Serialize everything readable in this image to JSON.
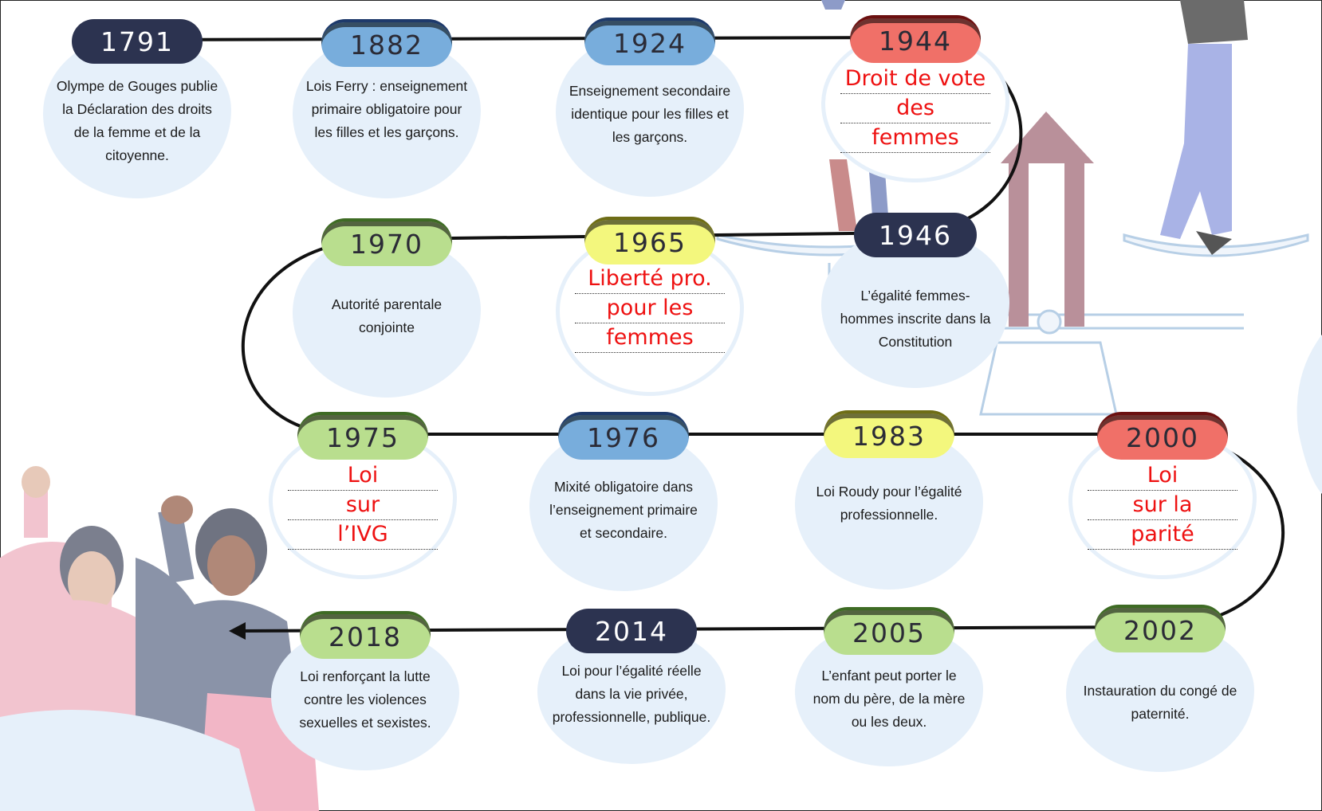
{
  "timeline": [
    {
      "year": "1791",
      "text": "Olympe de Gouges publie la Déclaration des droits de la femme et de la citoyenne."
    },
    {
      "year": "1882",
      "text": "Lois Ferry : enseignement primaire obligatoire pour les filles et les garçons."
    },
    {
      "year": "1924",
      "text": "Enseignement secondaire identique pour les filles et les garçons."
    },
    {
      "year": "1944",
      "answer": [
        "Droit de vote",
        "des",
        "femmes"
      ]
    },
    {
      "year": "1946",
      "text": "L’égalité femmes-hommes inscrite dans la Constitution"
    },
    {
      "year": "1965",
      "answer": [
        "Liberté pro.",
        "pour les",
        "femmes"
      ]
    },
    {
      "year": "1970",
      "text": "Autorité parentale conjointe"
    },
    {
      "year": "1975",
      "answer": [
        "Loi",
        "sur",
        "l’IVG"
      ]
    },
    {
      "year": "1976",
      "text": "Mixité obligatoire dans l’enseignement primaire et secondaire."
    },
    {
      "year": "1983",
      "text": "Loi Roudy pour l’égalité professionnelle."
    },
    {
      "year": "2000",
      "answer": [
        "Loi",
        "sur la",
        "parité"
      ]
    },
    {
      "year": "2002",
      "text": "Instauration du congé de paternité."
    },
    {
      "year": "2005",
      "text": "L’enfant peut porter le nom du père, de la mère ou les deux."
    },
    {
      "year": "2014",
      "text": "Loi pour l’égalité réelle dans la vie privée, professionnelle, publique."
    },
    {
      "year": "2018",
      "text": "Loi renforçant la lutte contre les violences sexuelles et sexistes."
    }
  ],
  "colors": {
    "dark": "#2c3350",
    "blue": "#78addc",
    "green": "#b9de8e",
    "yellow": "#f3f77d",
    "red": "#f07068",
    "answer_text": "#ee1111"
  }
}
